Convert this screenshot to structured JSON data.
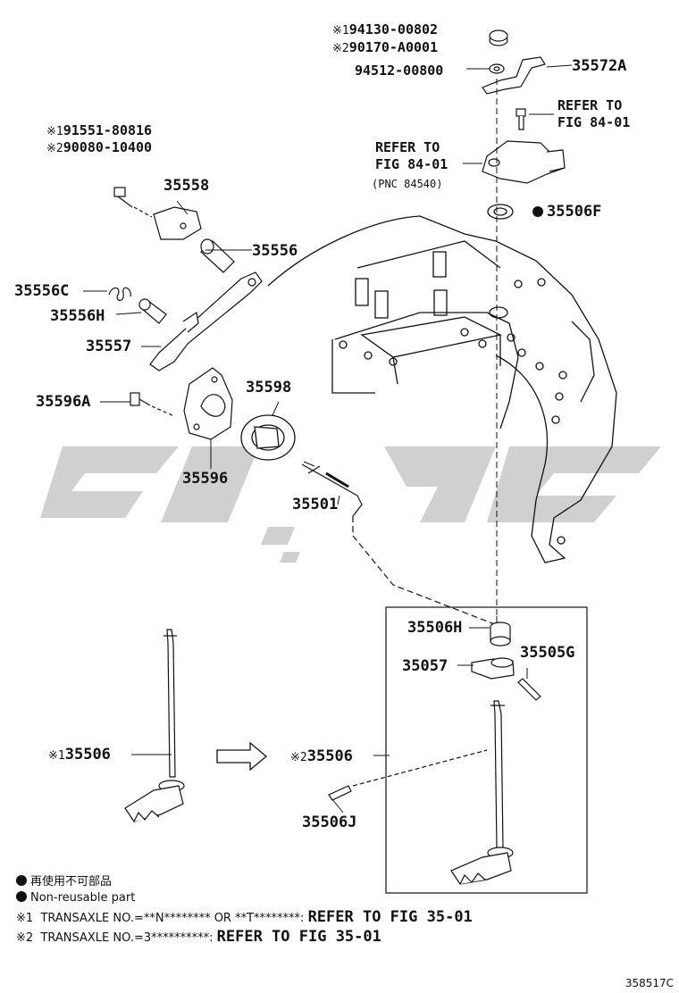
{
  "labels": {
    "n1": {
      "mark": "※1",
      "text": "94130-00802"
    },
    "n2": {
      "mark": "※2",
      "text": "90170-A0001"
    },
    "washer": "94512-00800",
    "p35572A": "35572A",
    "refer1": "REFER TO",
    "fig1": "FIG 84-01",
    "refer2": "REFER TO",
    "fig2": "FIG 84-01",
    "pnc": "(PNC 84540)",
    "p35506F": "35506F",
    "b1": {
      "mark": "※1",
      "text": "91551-80816"
    },
    "b2": {
      "mark": "※2",
      "text": "90080-10400"
    },
    "p35558": "35558",
    "p35556": "35556",
    "p35556C": "35556C",
    "p35556H": "35556H",
    "p35557": "35557",
    "p35596A": "35596A",
    "p35598": "35598",
    "p35596": "35596",
    "p35501": "35501",
    "p35506H": "35506H",
    "p35505G": "35505G",
    "p35057": "35057",
    "s1": {
      "mark": "※1",
      "text": "35506"
    },
    "s2": {
      "mark": "※2",
      "text": "35506"
    },
    "p35506J": "35506J"
  },
  "legend": {
    "line1": "再使用不可部品",
    "line2": "Non-reusable part",
    "note1": {
      "mark": "※1",
      "text": "TRANSAXLE NO.=**N******** OR **T********:",
      "ref": "REFER TO FIG 35-01"
    },
    "note2": {
      "mark": "※2",
      "text": "TRANSAXLE NO.=3**********:",
      "ref": "REFER TO FIG 35-01"
    }
  },
  "figure_id": "358517C",
  "colors": {
    "line": "#111111",
    "watermark": "#d0d0d0",
    "paper": "#ffffff"
  }
}
